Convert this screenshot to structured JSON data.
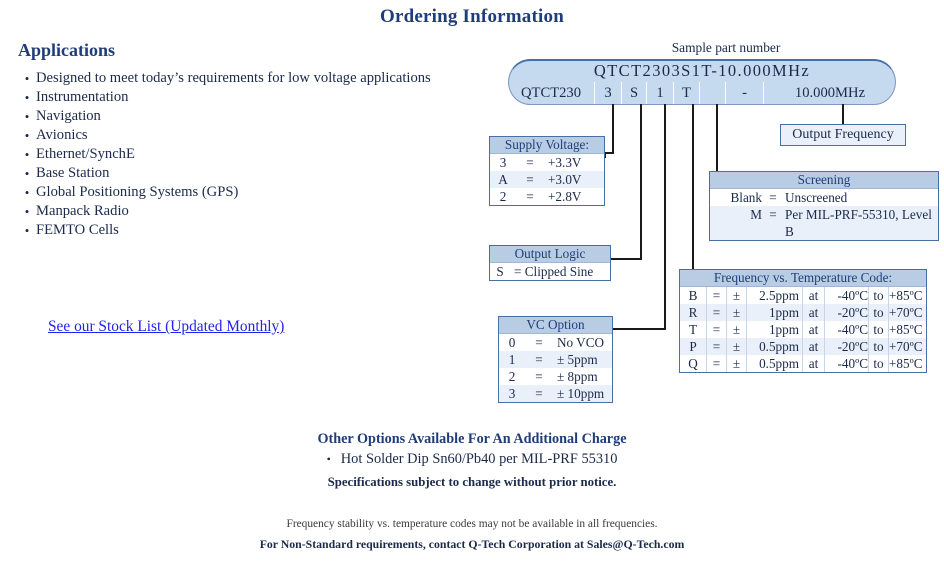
{
  "colors": {
    "heading_blue": "#1f3d7a",
    "box_header_fill": "#b8cce4",
    "banner_fill": "#c5d9ef",
    "row_alt_fill": "#eaf0f9",
    "border_blue": "#4a6fa5",
    "link_blue": "#2222ee",
    "connector": "#1a1a1a"
  },
  "headings": {
    "ordering_information": "Ordering Information",
    "applications": "Applications"
  },
  "applications": {
    "bullet": "•",
    "items": [
      "Designed to meet today’s requirements for low voltage applications",
      "Instrumentation",
      "Navigation",
      "Avionics",
      "Ethernet/SynchE",
      "Base Station",
      "Global Positioning Systems (GPS)",
      "Manpack Radio",
      "FEMTO Cells"
    ],
    "stock_link": "See our Stock List (Updated Monthly)"
  },
  "part_number": {
    "sample_label": "Sample part number",
    "full": "QTCT2303S1T-10.000MHz",
    "cells": [
      {
        "text": "QTCT230",
        "width": 86
      },
      {
        "text": "3",
        "width": 27
      },
      {
        "text": "S",
        "width": 25
      },
      {
        "text": "1",
        "width": 27
      },
      {
        "text": "T",
        "width": 26
      },
      {
        "text": "",
        "width": 26
      },
      {
        "text": "-",
        "width": 38
      },
      {
        "text": "10.000MHz",
        "width": 133
      }
    ]
  },
  "boxes": {
    "supply_voltage": {
      "title": "Supply Voltage:",
      "rows": [
        {
          "code": "3",
          "eq": "=",
          "value": "+3.3V"
        },
        {
          "code": "A",
          "eq": "=",
          "value": "+3.0V"
        },
        {
          "code": "2",
          "eq": "=",
          "value": "+2.8V"
        }
      ]
    },
    "output_logic": {
      "title": "Output Logic",
      "rows": [
        {
          "code": "S",
          "value": "=  Clipped Sine"
        }
      ]
    },
    "vc_option": {
      "title": "VC Option",
      "rows": [
        {
          "code": "0",
          "eq": "=",
          "value": "No VCO"
        },
        {
          "code": "1",
          "eq": "=",
          "value": "± 5ppm"
        },
        {
          "code": "2",
          "eq": "=",
          "value": "± 8ppm"
        },
        {
          "code": "3",
          "eq": "=",
          "value": "± 10ppm"
        }
      ]
    },
    "output_frequency": {
      "title": "Output Frequency"
    },
    "screening": {
      "title": "Screening",
      "rows": [
        {
          "code": "Blank",
          "eq": "=",
          "value": "Unscreened"
        },
        {
          "code": "M",
          "eq": "=",
          "value": "Per MIL-PRF-55310, Level B"
        }
      ]
    },
    "freq_vs_temp": {
      "title": "Frequency vs. Temperature Code:",
      "rows": [
        {
          "code": "B",
          "eq": "=",
          "pm": "±",
          "ppm": "2.5ppm",
          "at": "at",
          "tmin": "-40ºC",
          "to": "to",
          "tmax": "+85ºC"
        },
        {
          "code": "R",
          "eq": "=",
          "pm": "±",
          "ppm": "1ppm",
          "at": "at",
          "tmin": "-20ºC",
          "to": "to",
          "tmax": "+70ºC"
        },
        {
          "code": "T",
          "eq": "=",
          "pm": "±",
          "ppm": "1ppm",
          "at": "at",
          "tmin": "-40ºC",
          "to": "to",
          "tmax": "+85ºC"
        },
        {
          "code": "P",
          "eq": "=",
          "pm": "±",
          "ppm": "0.5ppm",
          "at": "at",
          "tmin": "-20ºC",
          "to": "to",
          "tmax": "+70ºC"
        },
        {
          "code": "Q",
          "eq": "=",
          "pm": "±",
          "ppm": "0.5ppm",
          "at": "at",
          "tmin": "-40ºC",
          "to": "to",
          "tmax": "+85ºC"
        }
      ]
    }
  },
  "footer": {
    "other_options_title": "Other Options Available For An Additional Charge",
    "bullet": "•",
    "hot_solder": "Hot Solder Dip Sn60/Pb40 per MIL-PRF 55310",
    "spec_notice": "Specifications subject to change without prior notice.",
    "footnote1": "Frequency stability vs. temperature codes may not be available in all frequencies.",
    "footnote2": "For Non-Standard requirements, contact Q-Tech Corporation at Sales@Q-Tech.com"
  }
}
